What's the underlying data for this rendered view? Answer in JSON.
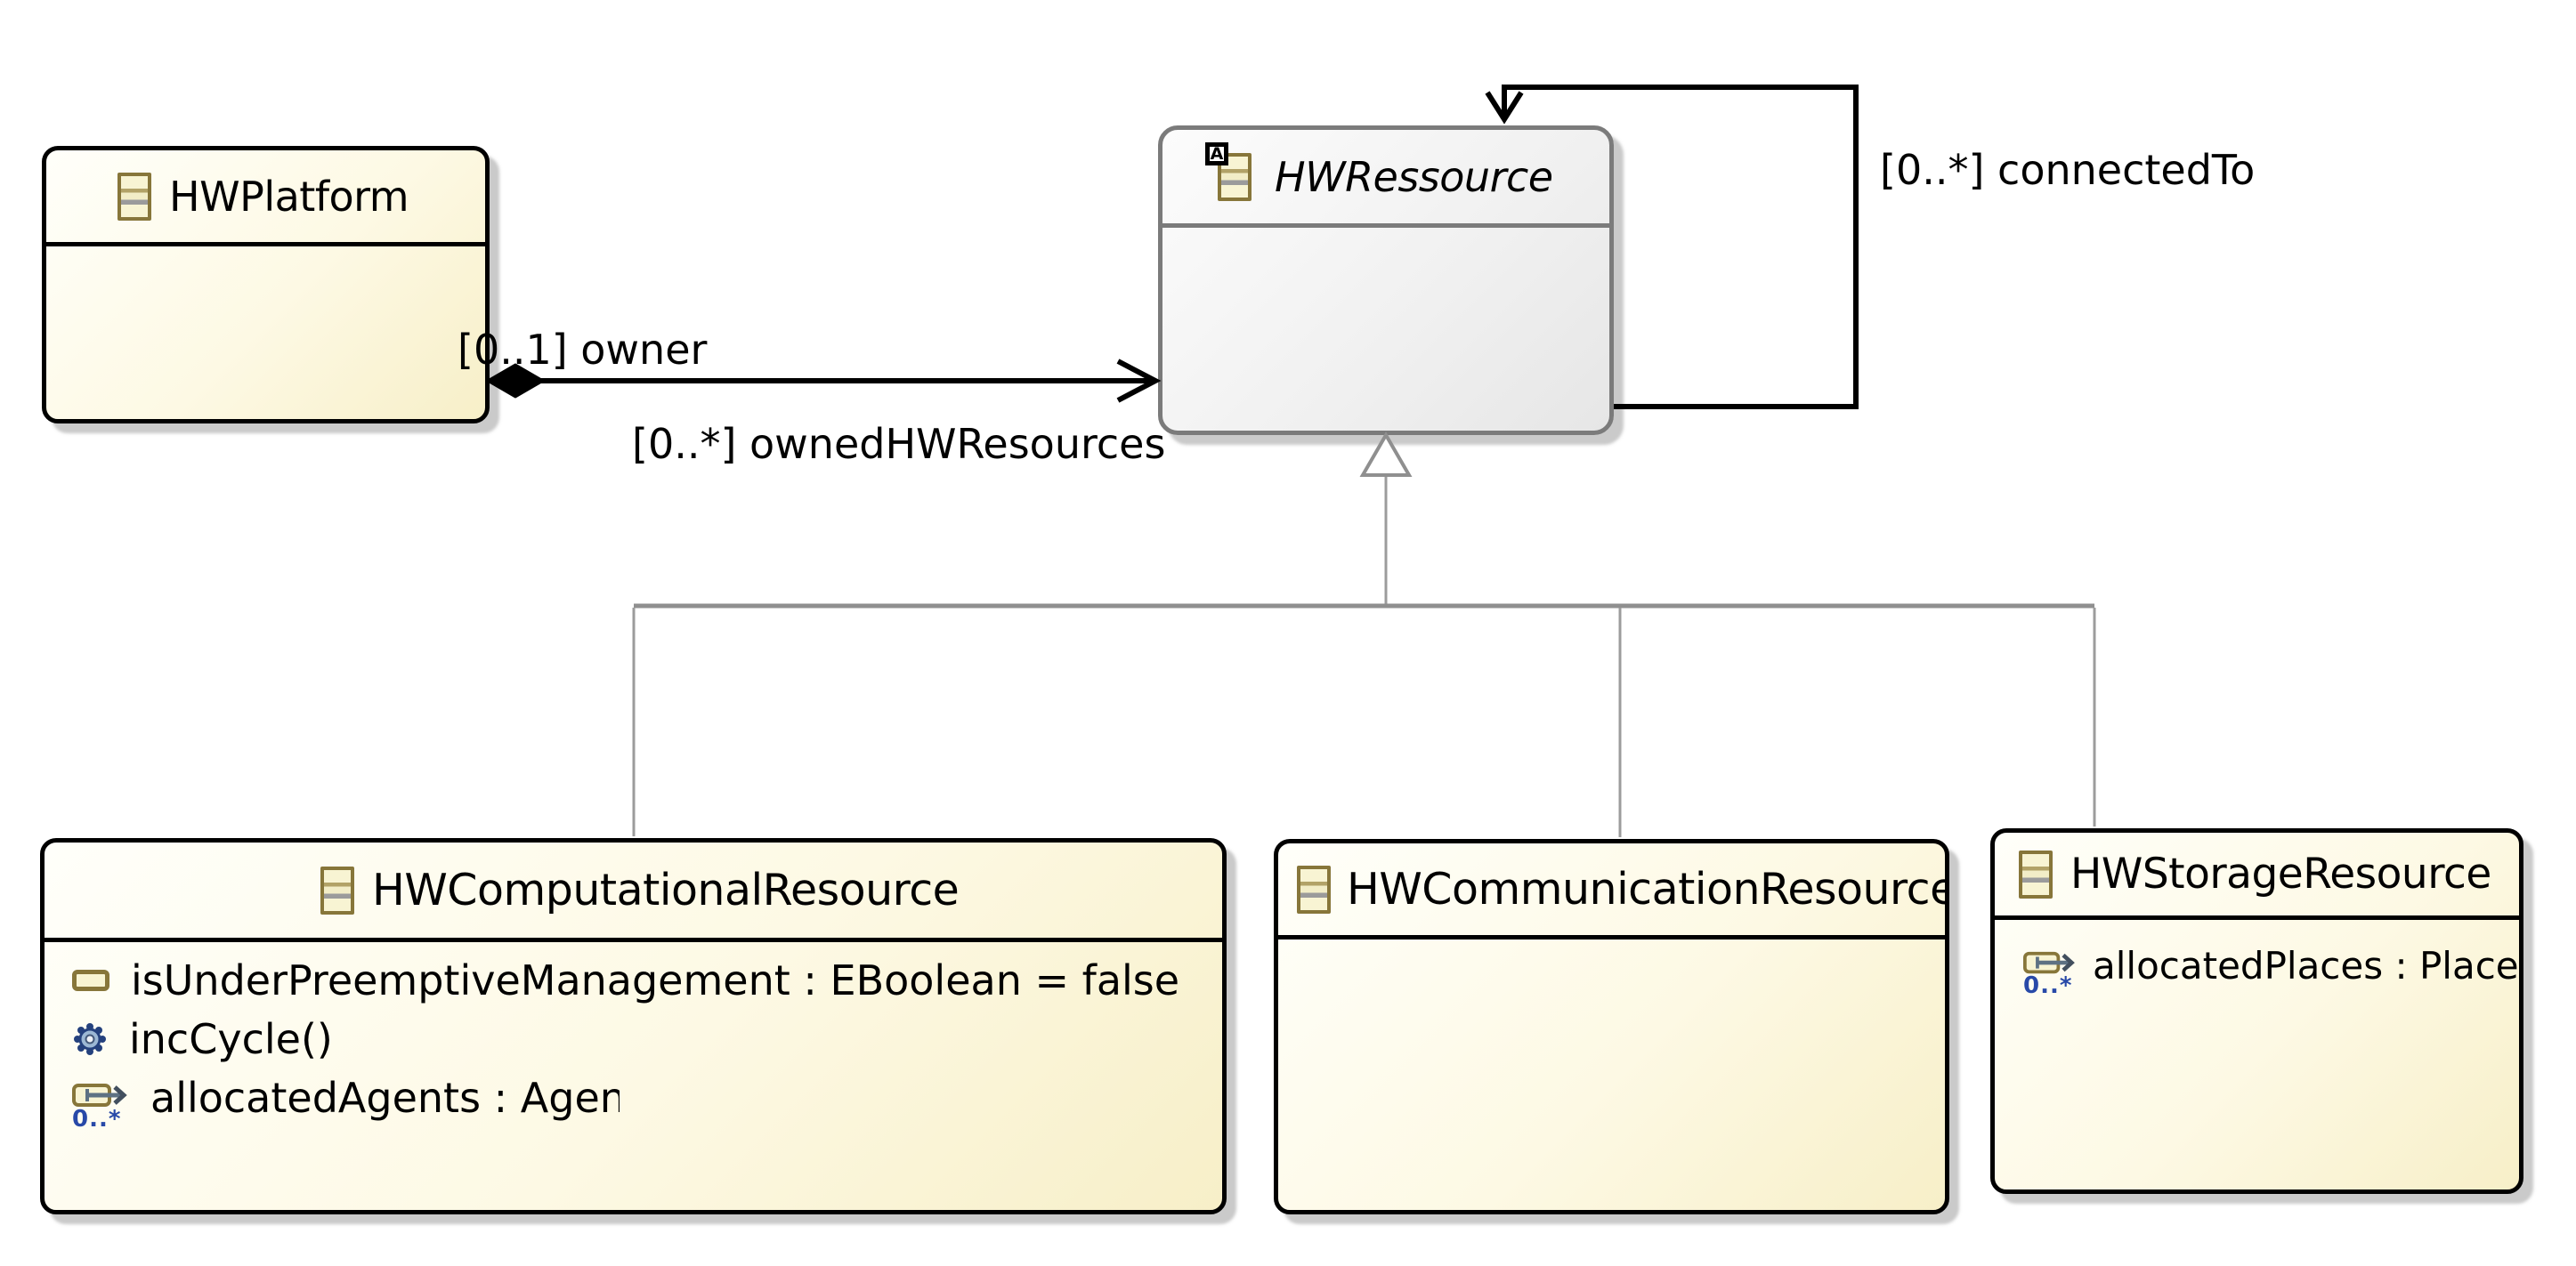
{
  "diagram": {
    "type": "uml-class-diagram",
    "background": "#ffffff",
    "abstract_badge": "A",
    "classes": {
      "hwPlatform": {
        "name": "HWPlatform",
        "abstract": false,
        "members": []
      },
      "hwRessource": {
        "name": "HWRessource",
        "abstract": true,
        "members": []
      },
      "hwComputationalResource": {
        "name": "HWComputationalResource",
        "abstract": false,
        "members": [
          {
            "kind": "attribute",
            "icon": "eattribute-icon",
            "text": "isUnderPreemptiveManagement : EBoolean = false"
          },
          {
            "kind": "operation",
            "icon": "eoperation-icon",
            "text": "incCycle()"
          },
          {
            "kind": "reference",
            "icon": "ereference-icon",
            "multiplicity": "0..*",
            "text": "allocatedAgents : Agent"
          }
        ]
      },
      "hwCommunicationResource": {
        "name": "HWCommunicationResource",
        "abstract": false,
        "members": []
      },
      "hwStorageResource": {
        "name": "HWStorageResource",
        "abstract": false,
        "members": [
          {
            "kind": "reference",
            "icon": "ereference-icon",
            "multiplicity": "0..*",
            "text": "allocatedPlaces : Place"
          }
        ]
      }
    },
    "edges": {
      "ownedHWResources": {
        "type": "composition",
        "source": "HWPlatform",
        "target": "HWRessource",
        "source_label": "[0..1] owner",
        "target_label": "[0..*] ownedHWResources"
      },
      "connectedTo": {
        "type": "self-association",
        "source": "HWRessource",
        "target": "HWRessource",
        "label": "[0..*] connectedTo"
      },
      "generalizations": {
        "type": "generalization",
        "parent": "HWRessource",
        "children": [
          "HWComputationalResource",
          "HWCommunicationResource",
          "HWStorageResource"
        ]
      }
    },
    "colors": {
      "class_fill_start": "#fffffa",
      "class_fill_end": "#f7efc8",
      "class_border": "#000000",
      "abstract_fill_start": "#fcfcfc",
      "abstract_fill_end": "#e6e6e6",
      "abstract_border": "#7b7b7b",
      "association_line": "#000000",
      "generalization_line": "#969696",
      "icon_olive": "#87763a",
      "icon_cream": "#f8f4d3",
      "operation_blue_dark": "#24417d",
      "operation_blue_light": "#9cb8d4",
      "reference_arrow": "#5d7183",
      "multiplicity_blue": "#2849a8"
    }
  }
}
